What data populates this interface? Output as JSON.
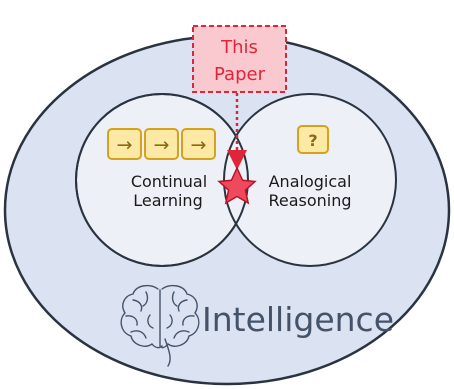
{
  "callout": {
    "line1": "This",
    "line2": "Paper"
  },
  "left_circle": {
    "icons": [
      "→",
      "→",
      "→"
    ],
    "line1": "Continual",
    "line2": "Learning"
  },
  "right_circle": {
    "icon": "?",
    "line1": "Analogical",
    "line2": "Reasoning"
  },
  "outer": {
    "label": "Intelligence",
    "icon": "brain-icon"
  },
  "colors": {
    "outer_fill": "#dbe3f2",
    "inner_fill": "#eef0f7",
    "stroke": "#2a3441",
    "callout_fill": "#f9c9cf",
    "callout_stroke": "#e0243a",
    "star_fill": "#ef4a5b",
    "icon_fill": "#fde9a6",
    "icon_stroke": "#d6a21c"
  }
}
